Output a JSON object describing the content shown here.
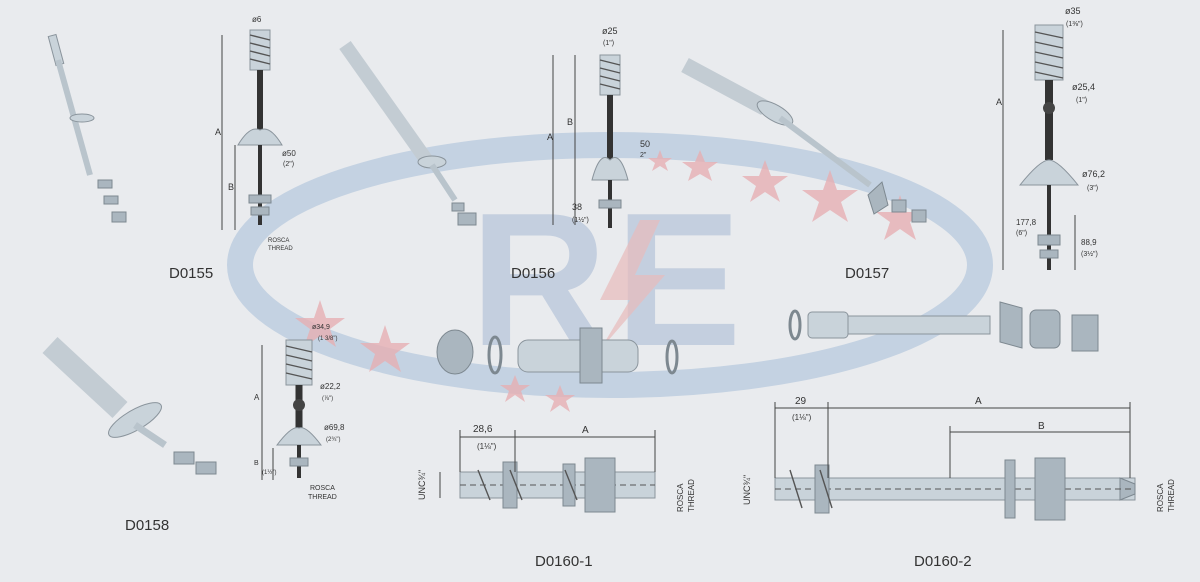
{
  "parts": [
    {
      "code": "D0155"
    },
    {
      "code": "D0156"
    },
    {
      "code": "D0157"
    },
    {
      "code": "D0158"
    },
    {
      "code": "D0160-1"
    },
    {
      "code": "D0160-2"
    }
  ],
  "dims": {
    "d0155": {
      "top": "ø6",
      "dia": "ø50",
      "dia_in": "(2\")",
      "a": "A",
      "b": "B",
      "rosca": "ROSCA",
      "thread": "THREAD"
    },
    "d0156": {
      "top": "ø25",
      "top_in": "(1\")",
      "a": "A",
      "b": "B",
      "v50": "50",
      "v50_in": "2\"",
      "v38": "38",
      "v38_in": "(1½\")"
    },
    "d0157": {
      "top": "ø35",
      "top_in": "(1⅜\")",
      "mid": "ø25,4",
      "mid_in": "(1\")",
      "dia": "ø76,2",
      "dia_in": "(3\")",
      "a": "A",
      "l1": "177,8",
      "l1_in": "(6\")",
      "l2": "88,9",
      "l2_in": "(3½\")"
    },
    "d0158": {
      "top": "ø34,9",
      "top_in": "(1 3/8\")",
      "mid": "ø22,2",
      "mid_in": "(⅞\")",
      "dia": "ø69,8",
      "dia_in": "(2¾\")",
      "a": "A",
      "b": "B",
      "b_in": "(1½\")",
      "rosca": "ROSCA",
      "thread": "THREAD"
    },
    "d0160_1": {
      "w": "28,6",
      "w_in": "(1⅛\")",
      "a": "A",
      "unc": "UNC¾\"",
      "rosca": "ROSCA",
      "thread": "THREAD"
    },
    "d0160_2": {
      "w": "29",
      "w_in": "(1⅛\")",
      "a": "A",
      "b": "B",
      "unc": "UNC¾\"",
      "rosca": "ROSCA",
      "thread": "THREAD"
    }
  }
}
